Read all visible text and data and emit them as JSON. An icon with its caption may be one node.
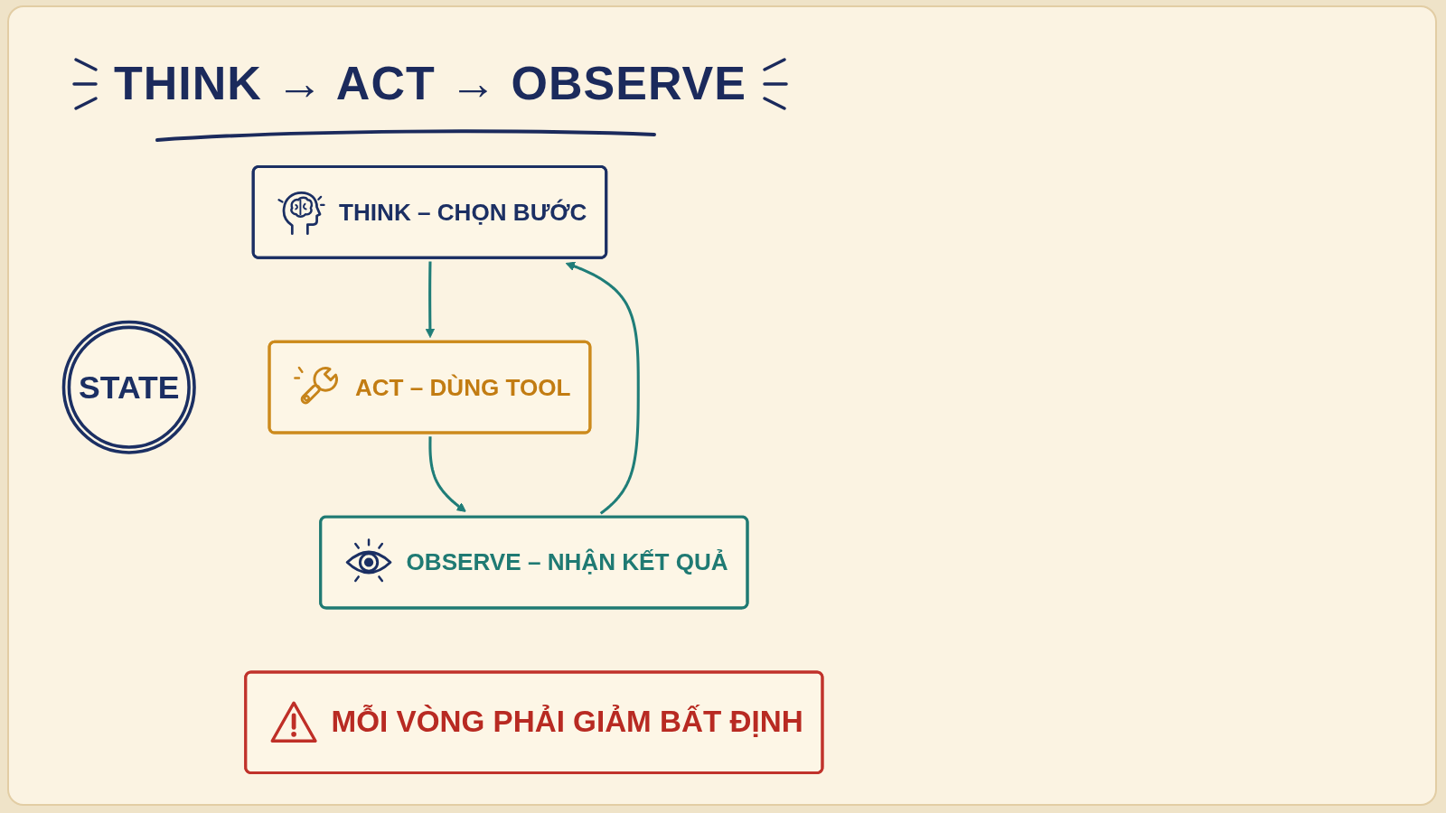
{
  "diagram": {
    "title": "THINK → ACT → OBSERVE",
    "nodes": [
      {
        "text": [
          "THINK – CHỌN BƯỚC"
        ]
      },
      {
        "text": [
          "STATE"
        ]
      },
      {
        "text": [
          "ACT – DÙNG TOOL"
        ]
      },
      {
        "text": [
          "OBSERVE – NHẬN KẾT QUẢ"
        ]
      },
      {
        "text": [
          "MỖI VÒNG PHẢI GIẢM BẤT ĐỊNH"
        ]
      }
    ],
    "edges": [
      {
        "from": 0,
        "to": 2,
        "arrow": "to"
      },
      {
        "from": 2,
        "to": 3,
        "arrow": "to"
      },
      {
        "from": 3,
        "to": 0,
        "arrow": "to"
      }
    ]
  }
}
